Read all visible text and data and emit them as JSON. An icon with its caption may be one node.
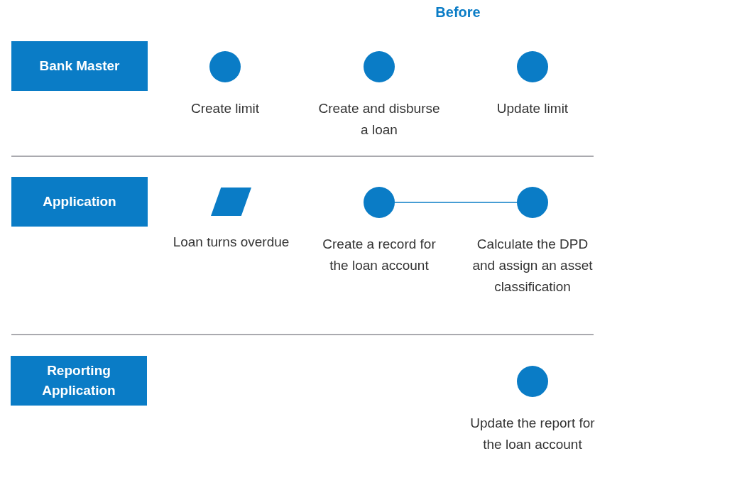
{
  "diagram": {
    "title": "Before",
    "nodes": [
      {
        "text": [
          "Bank Master"
        ]
      },
      {
        "text": [],
        "shape": "circle",
        "beside": [
          "Create limit"
        ]
      },
      {
        "text": [],
        "shape": "circle",
        "beside": [
          "Create and disburse a loan"
        ]
      },
      {
        "text": [],
        "shape": "circle",
        "beside": [
          "Update limit"
        ]
      },
      {
        "text": [
          "Application"
        ]
      },
      {
        "text": [],
        "shape": "parallelogram",
        "beside": [
          "Loan turns overdue"
        ]
      },
      {
        "text": [],
        "shape": "circle",
        "beside": [
          "Create a record for the loan account"
        ]
      },
      {
        "text": [],
        "shape": "circle",
        "beside": [
          "Calculate the DPD and assign an asset classification"
        ]
      },
      {
        "text": [
          "Reporting Application"
        ]
      },
      {
        "text": [],
        "shape": "circle",
        "beside": [
          "Update the report for the loan account"
        ]
      }
    ],
    "edges": [
      {
        "from": 6,
        "to": 7,
        "arrow": "none"
      }
    ]
  }
}
